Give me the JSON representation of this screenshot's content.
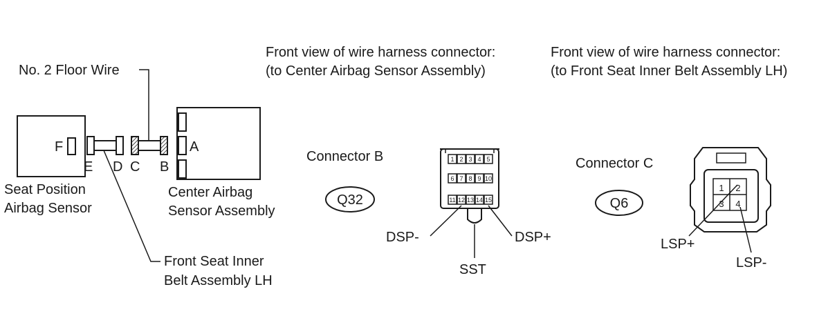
{
  "labels": {
    "floor_wire": "No. 2 Floor Wire",
    "seat_sensor_line1": "Seat Position",
    "seat_sensor_line2": "Airbag Sensor",
    "center_airbag_line1": "Center Airbag",
    "center_airbag_line2": "Sensor Assembly",
    "belt_line1": "Front Seat Inner",
    "belt_line2": "Belt Assembly LH",
    "conn_f": "F",
    "conn_e": "E",
    "conn_d": "D",
    "conn_c": "C",
    "conn_b": "B",
    "conn_a": "A"
  },
  "connector_b": {
    "header_line1": "Front view of wire harness connector:",
    "header_line2": "(to Center Airbag Sensor Assembly)",
    "title": "Connector B",
    "code": "Q32",
    "pins_row1": [
      "1",
      "2",
      "3",
      "4",
      "5"
    ],
    "pins_row2": [
      "6",
      "7",
      "8",
      "9",
      "10"
    ],
    "pins_row3": [
      "11",
      "12",
      "13",
      "14",
      "15"
    ],
    "term_dsp_minus": "DSP-",
    "term_dsp_plus": "DSP+",
    "term_sst": "SST"
  },
  "connector_c": {
    "header_line1": "Front view of wire harness connector:",
    "header_line2": "(to Front Seat Inner Belt Assembly LH)",
    "title": "Connector C",
    "code": "Q6",
    "pins": [
      "1",
      "2",
      "3",
      "4"
    ],
    "term_lsp_plus": "LSP+",
    "term_lsp_minus": "LSP-"
  }
}
